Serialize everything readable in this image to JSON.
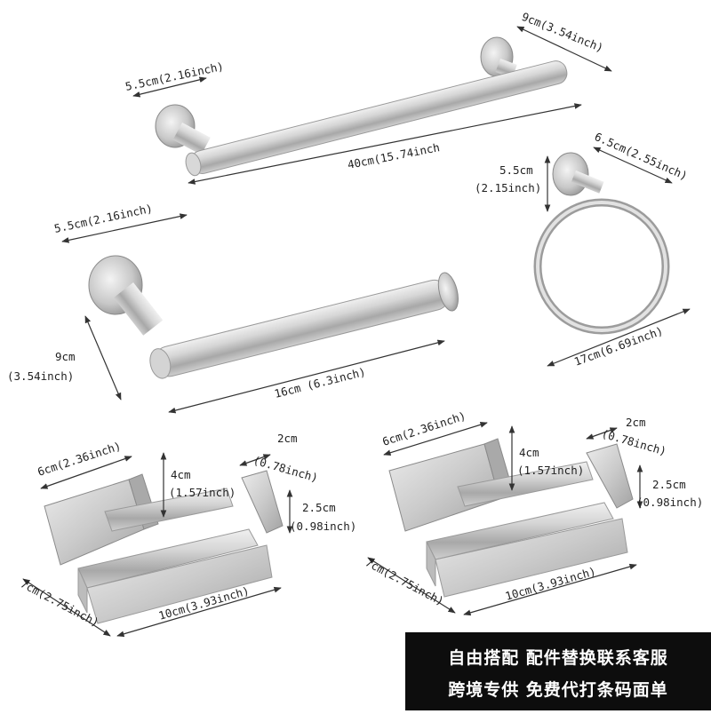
{
  "towel_bar": {
    "length": "40cm(15.74inch",
    "depth": "5.5cm(2.16inch)",
    "base": "9cm(3.54inch)"
  },
  "towel_ring": {
    "base": "6.5cm(2.55inch)",
    "depth_cm": "5.5cm",
    "depth_inch": "(2.15inch)",
    "width": "17cm(6.69inch)"
  },
  "paper_holder": {
    "base": "5.5cm(2.16inch)",
    "height_cm": "9cm",
    "height_inch": "(3.54inch)",
    "length": "16cm (6.3inch)"
  },
  "hook_left": {
    "base": "6cm(2.36inch)",
    "height_cm": "4cm",
    "height_inch": "(1.57inch)",
    "tip_cm": "2cm",
    "tip_inch": "(0.78inch)",
    "tip_h_cm": "2.5cm",
    "tip_h_inch": "(0.98inch)",
    "depth": "7cm(2.75inch)",
    "length": "10cm(3.93inch)"
  },
  "hook_right": {
    "base": "6cm(2.36inch)",
    "height_cm": "4cm",
    "height_inch": "(1.57inch)",
    "tip_cm": "2cm",
    "tip_inch": "(0.78inch)",
    "tip_h_cm": "2.5cm",
    "tip_h_inch": "(0.98inch)",
    "depth": "7cm(2.75inch)",
    "length": "10cm(3.93inch)"
  },
  "banner": {
    "line1": "自由搭配 配件替换联系客服",
    "line2": "跨境专供 免费代打条码面单"
  },
  "colors": {
    "steel_light": "#e6e6e6",
    "steel_mid": "#bdbdbd",
    "steel_dark": "#8a8a8a",
    "banner_bg": "#0d0d0d",
    "banner_text": "#ffffff"
  }
}
